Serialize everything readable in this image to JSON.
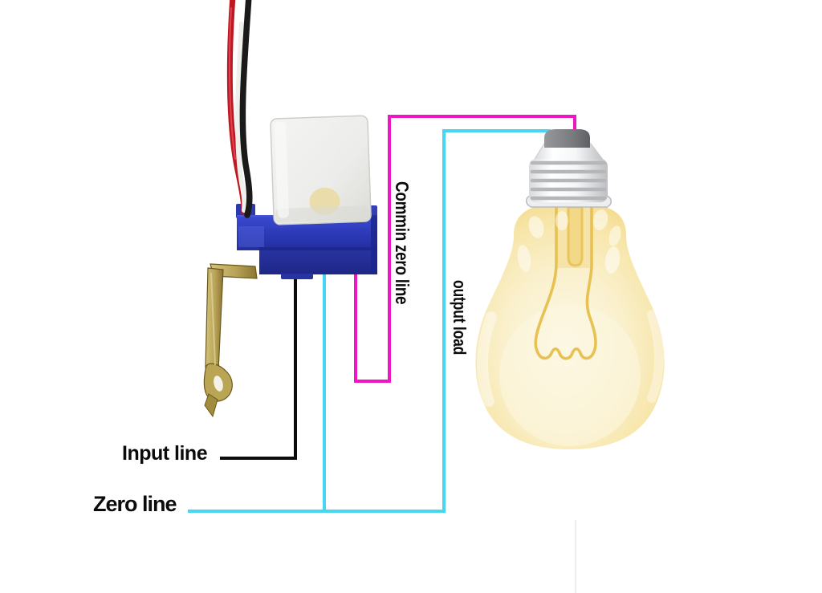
{
  "labels": {
    "input_line": "Input line",
    "zero_line": "Zero line",
    "commin_zero_line": "Commin zero line",
    "output_load": "output load"
  },
  "components": {
    "sensor": "photocell-sensor-switch",
    "bracket": "mounting-bracket",
    "bulb": "light-bulb",
    "wires": "red-black-white-supply-wires"
  },
  "colors": {
    "input_line_wire": "#0c0c0c",
    "zero_line_wire": "#46d6f1",
    "common_zero_wire": "#ee16c3",
    "sensor_body_blue": "#2c3ab8",
    "sensor_cap_white": "#efefec",
    "bracket_brass": "#b8a357",
    "bulb_glass_yellow": "#f4dd92",
    "bulb_screw_silver": "#e6e6e8",
    "label_text": "#0b0b0b",
    "background": "#ffffff"
  }
}
